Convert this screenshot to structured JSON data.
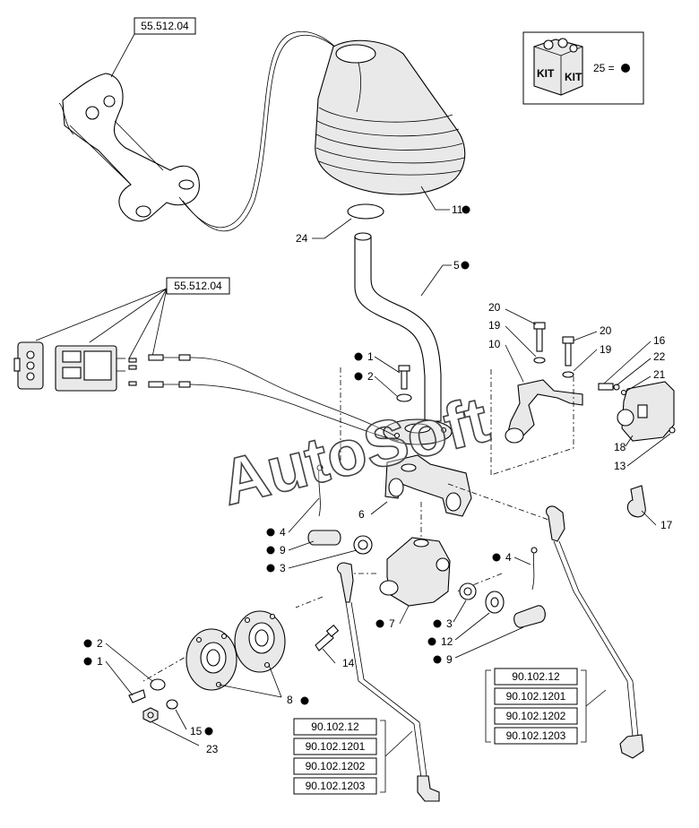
{
  "watermark": "AutoSoft",
  "kit": {
    "label_top": "KIT",
    "label_right": "KIT",
    "equation": "25 ="
  },
  "refs": {
    "top_left": "55.512.04",
    "mid_left": "55.512.04",
    "bottom_center": [
      "90.102.12",
      "90.102.1201",
      "90.102.1202",
      "90.102.1203"
    ],
    "bottom_right": [
      "90.102.12",
      "90.102.1201",
      "90.102.1202",
      "90.102.1203"
    ]
  },
  "callouts": {
    "c11": "11",
    "c24": "24",
    "c5": "5",
    "c1a": "1",
    "c2a": "2",
    "c20a": "20",
    "c19a": "19",
    "c10": "10",
    "c20b": "20",
    "c19b": "19",
    "c16": "16",
    "c22": "22",
    "c21": "21",
    "c18": "18",
    "c13": "13",
    "c6": "6",
    "c17": "17",
    "c4a": "4",
    "c9a": "9",
    "c3a": "3",
    "c4b": "4",
    "c7": "7",
    "c3b": "3",
    "c12": "12",
    "c9b": "9",
    "c2b": "2",
    "c1b": "1",
    "c14": "14",
    "c8": "8",
    "c15": "15",
    "c23": "23"
  }
}
